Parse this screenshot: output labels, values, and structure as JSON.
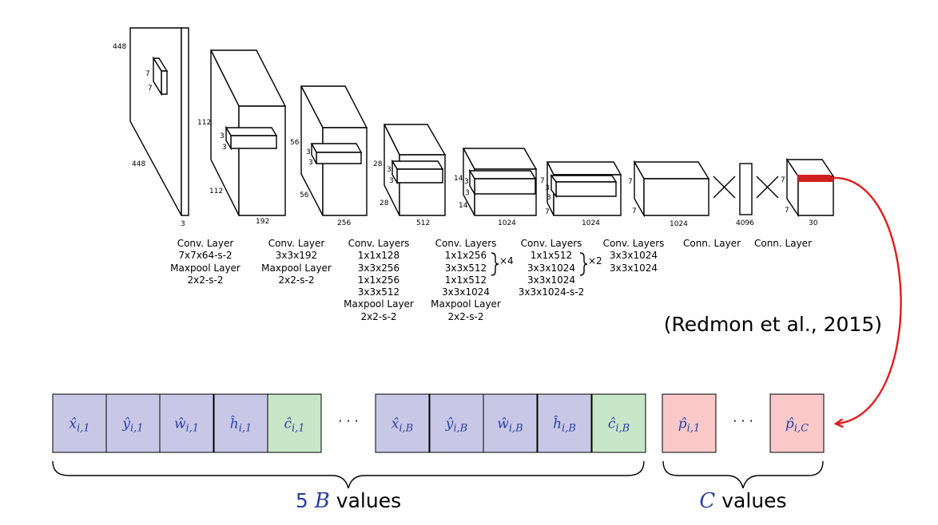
{
  "colors": {
    "coord_cell": "#c8c8e6",
    "conf_cell": "#c8e6c8",
    "class_cell": "#f9c8c8",
    "accent_text": "#2a3fa3",
    "arrow": "#e01b1b",
    "output_slice": "#d11f1f"
  },
  "network": {
    "volumes": [
      {
        "d1": "448",
        "d2": "448",
        "depth": "3",
        "k1": "7",
        "k2": "7"
      },
      {
        "d1": "112",
        "d2": "112",
        "depth": "192",
        "k1": "3",
        "k2": "3"
      },
      {
        "d1": "56",
        "d2": "56",
        "depth": "256",
        "k1": "3",
        "k2": "3"
      },
      {
        "d1": "28",
        "d2": "28",
        "depth": "512",
        "k1": "3",
        "k2": "3"
      },
      {
        "d1": "14",
        "d2": "14",
        "depth": "1024",
        "k1": "3",
        "k2": "3"
      },
      {
        "d1": "7",
        "d2": "7",
        "depth": "1024",
        "k1": "3",
        "k2": "3"
      },
      {
        "d1": "7",
        "d2": "7",
        "depth": "1024"
      },
      {
        "depth": "4096"
      },
      {
        "d1": "7",
        "d2": "7",
        "depth": "30"
      }
    ],
    "captions": [
      {
        "lines": [
          "Conv. Layer",
          "7x7x64-s-2",
          "Maxpool Layer",
          "2x2-s-2"
        ]
      },
      {
        "lines": [
          "Conv. Layer",
          "3x3x192",
          "Maxpool Layer",
          "2x2-s-2"
        ]
      },
      {
        "lines": [
          "Conv. Layers",
          "1x1x128",
          "3x3x256",
          "1x1x256",
          "3x3x512",
          "Maxpool Layer",
          "2x2-s-2"
        ]
      },
      {
        "lines": [
          "Conv. Layers",
          "1x1x256",
          "3x3x512",
          "1x1x512",
          "3x3x1024",
          "Maxpool Layer",
          "2x2-s-2"
        ]
      },
      {
        "lines": [
          "Conv. Layers",
          "1x1x512",
          "3x3x1024",
          "3x3x1024",
          "3x3x1024-s-2"
        ]
      },
      {
        "lines": [
          "Conv. Layers",
          "3x3x1024",
          "3x3x1024"
        ]
      },
      {
        "lines": [
          "Conn. Layer"
        ]
      },
      {
        "lines": [
          "Conn. Layer"
        ]
      }
    ],
    "repeat_x4": "×4",
    "repeat_x2": "×2"
  },
  "citation": "(Redmon et al., 2015)",
  "vector": {
    "cells": [
      {
        "label": "x̂",
        "sub": "i,1",
        "kind": "coord"
      },
      {
        "label": "ŷ",
        "sub": "i,1",
        "kind": "coord"
      },
      {
        "label": "ŵ",
        "sub": "i,1",
        "kind": "coord"
      },
      {
        "label": "ĥ",
        "sub": "i,1",
        "kind": "coord"
      },
      {
        "label": "ĉ",
        "sub": "i,1",
        "kind": "conf"
      },
      {
        "label": "x̂",
        "sub": "i,B",
        "kind": "coord"
      },
      {
        "label": "ŷ",
        "sub": "i,B",
        "kind": "coord"
      },
      {
        "label": "ŵ",
        "sub": "i,B",
        "kind": "coord"
      },
      {
        "label": "ĥ",
        "sub": "i,B",
        "kind": "coord"
      },
      {
        "label": "ĉ",
        "sub": "i,B",
        "kind": "conf"
      },
      {
        "label": "p̂",
        "sub": "i,1",
        "kind": "class"
      },
      {
        "label": "p̂",
        "sub": "i,C",
        "kind": "class"
      }
    ],
    "ellipsis": "· · ·",
    "group_boxes": {
      "prefix": "5",
      "var": "B",
      "suffix": "values"
    },
    "group_classes": {
      "var": "C",
      "suffix": "values"
    }
  }
}
